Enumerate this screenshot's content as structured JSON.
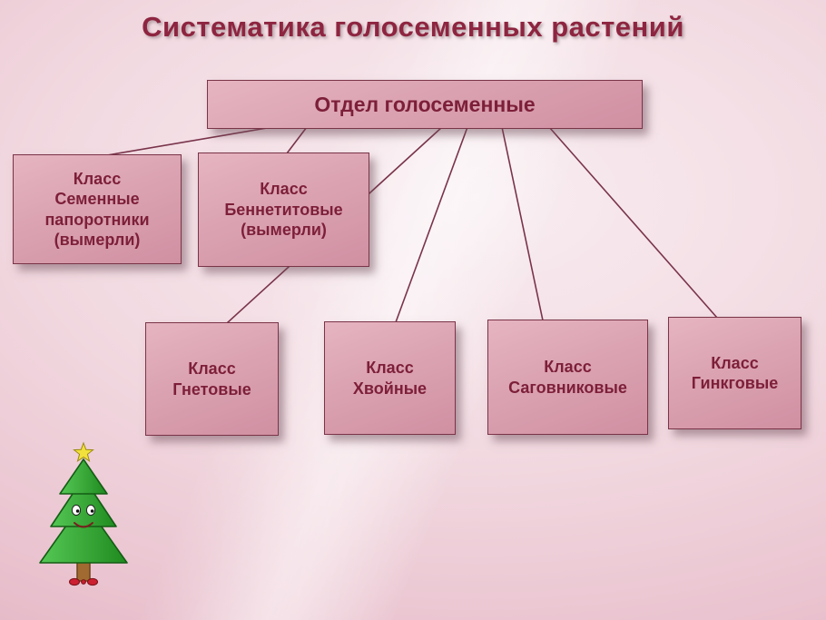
{
  "slide": {
    "title": "Систематика голосеменных растений"
  },
  "chart": {
    "type": "org-hierarchy",
    "root": {
      "label": "Отдел голосеменные"
    },
    "classes": [
      {
        "label": "Класс\nСеменные\nпапоротники\n(вымерли)"
      },
      {
        "label": "Класс\nБеннетитовые\n(вымерли)"
      },
      {
        "label": "Класс\nГнетовые"
      },
      {
        "label": "Класс\nХвойные"
      },
      {
        "label": "Класс\nСаговниковые"
      },
      {
        "label": "Класс\nГинкговые"
      }
    ]
  },
  "colors": {
    "title_text": "#8e2540",
    "box_text": "#7d1f39",
    "box_border": "#7a3448",
    "box_fill": "#dba3b2",
    "connector": "#79334a",
    "background": "#efd3da",
    "tree_green": "#2f9e2f",
    "star_yellow": "#f2e13c"
  },
  "icons": {
    "tree": "christmas-tree"
  }
}
